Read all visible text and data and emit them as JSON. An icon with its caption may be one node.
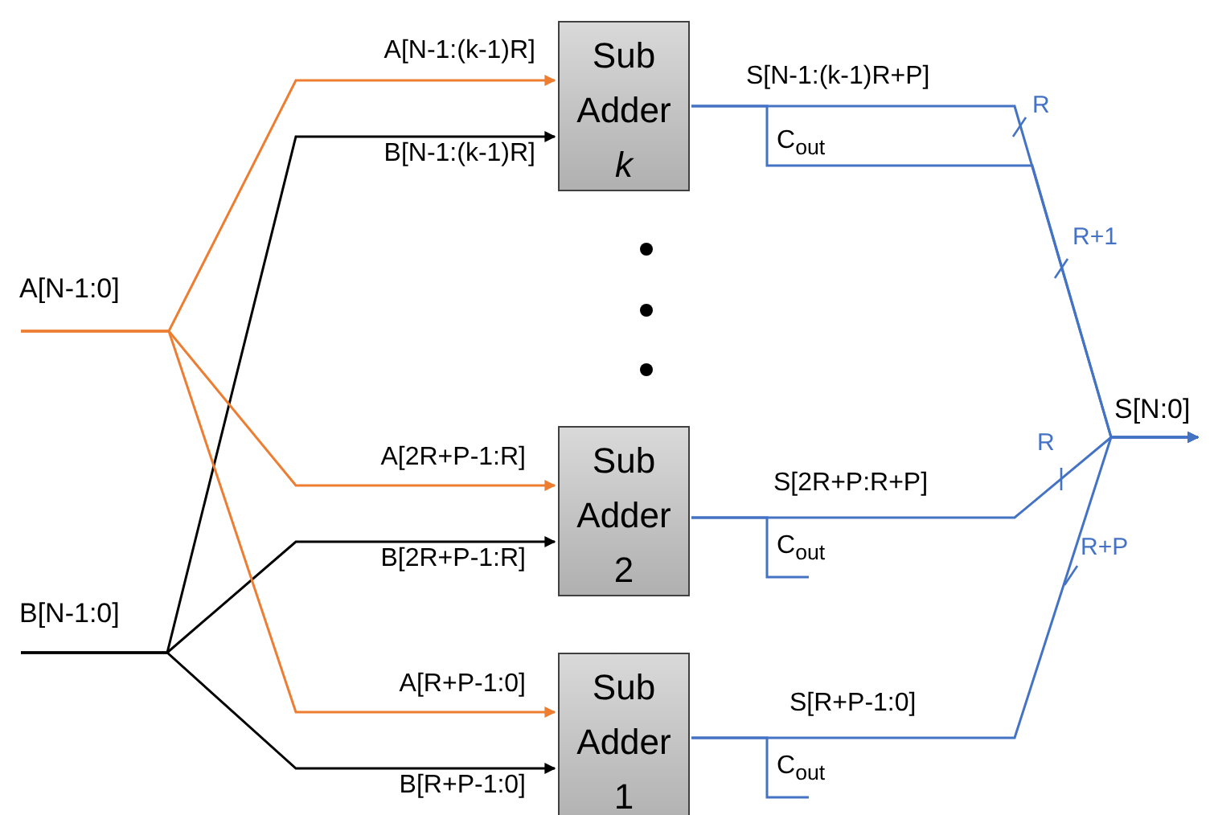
{
  "diagram": {
    "nodes": [
      {
        "text": [
          "A[N-1:0]"
        ]
      },
      {
        "text": [
          "B[N-1:0]"
        ]
      },
      {
        "text": [
          "Sub Adder *k*"
        ]
      },
      {
        "text": [
          "Sub Adder 2"
        ]
      },
      {
        "text": [
          "Sub Adder 1"
        ]
      },
      {
        "text": [
          "S[N:0]"
        ]
      }
    ],
    "edges": [
      {
        "from": 0,
        "to": 2,
        "arrow": "to",
        "label": "A[N-1:(k-1)R]",
        "color": "#ed7d31"
      },
      {
        "from": 1,
        "to": 2,
        "arrow": "to",
        "label": "B[N-1:(k-1)R]",
        "color": "#000000"
      },
      {
        "from": 0,
        "to": 3,
        "arrow": "to",
        "label": "A[2R+P-1:R]",
        "color": "#ed7d31"
      },
      {
        "from": 1,
        "to": 3,
        "arrow": "to",
        "label": "B[2R+P-1:R]",
        "color": "#000000"
      },
      {
        "from": 0,
        "to": 4,
        "arrow": "to",
        "label": "A[R+P-1:0]",
        "color": "#ed7d31"
      },
      {
        "from": 1,
        "to": 4,
        "arrow": "to",
        "label": "B[R+P-1:0]",
        "color": "#000000"
      },
      {
        "from": 2,
        "to": 5,
        "arrow": "to",
        "label": "S[N-1:(k-1)R+P]"
      },
      {
        "from": 2,
        "to": 5,
        "arrow": "to",
        "label": "C$_{out}$"
      },
      {
        "from": 3,
        "to": 5,
        "arrow": "to",
        "label": "S[2R+P:R+P]"
      },
      {
        "from": 3,
        "to": null,
        "arrow": "none",
        "label": "C$_{out}$"
      },
      {
        "from": 4,
        "to": 5,
        "arrow": "to",
        "label": "S[R+P-1:0]"
      },
      {
        "from": 4,
        "to": null,
        "arrow": "none",
        "label": "C$_{out}$"
      }
    ],
    "labels": [
      "R",
      "R+1",
      "R",
      "R+P"
    ]
  }
}
